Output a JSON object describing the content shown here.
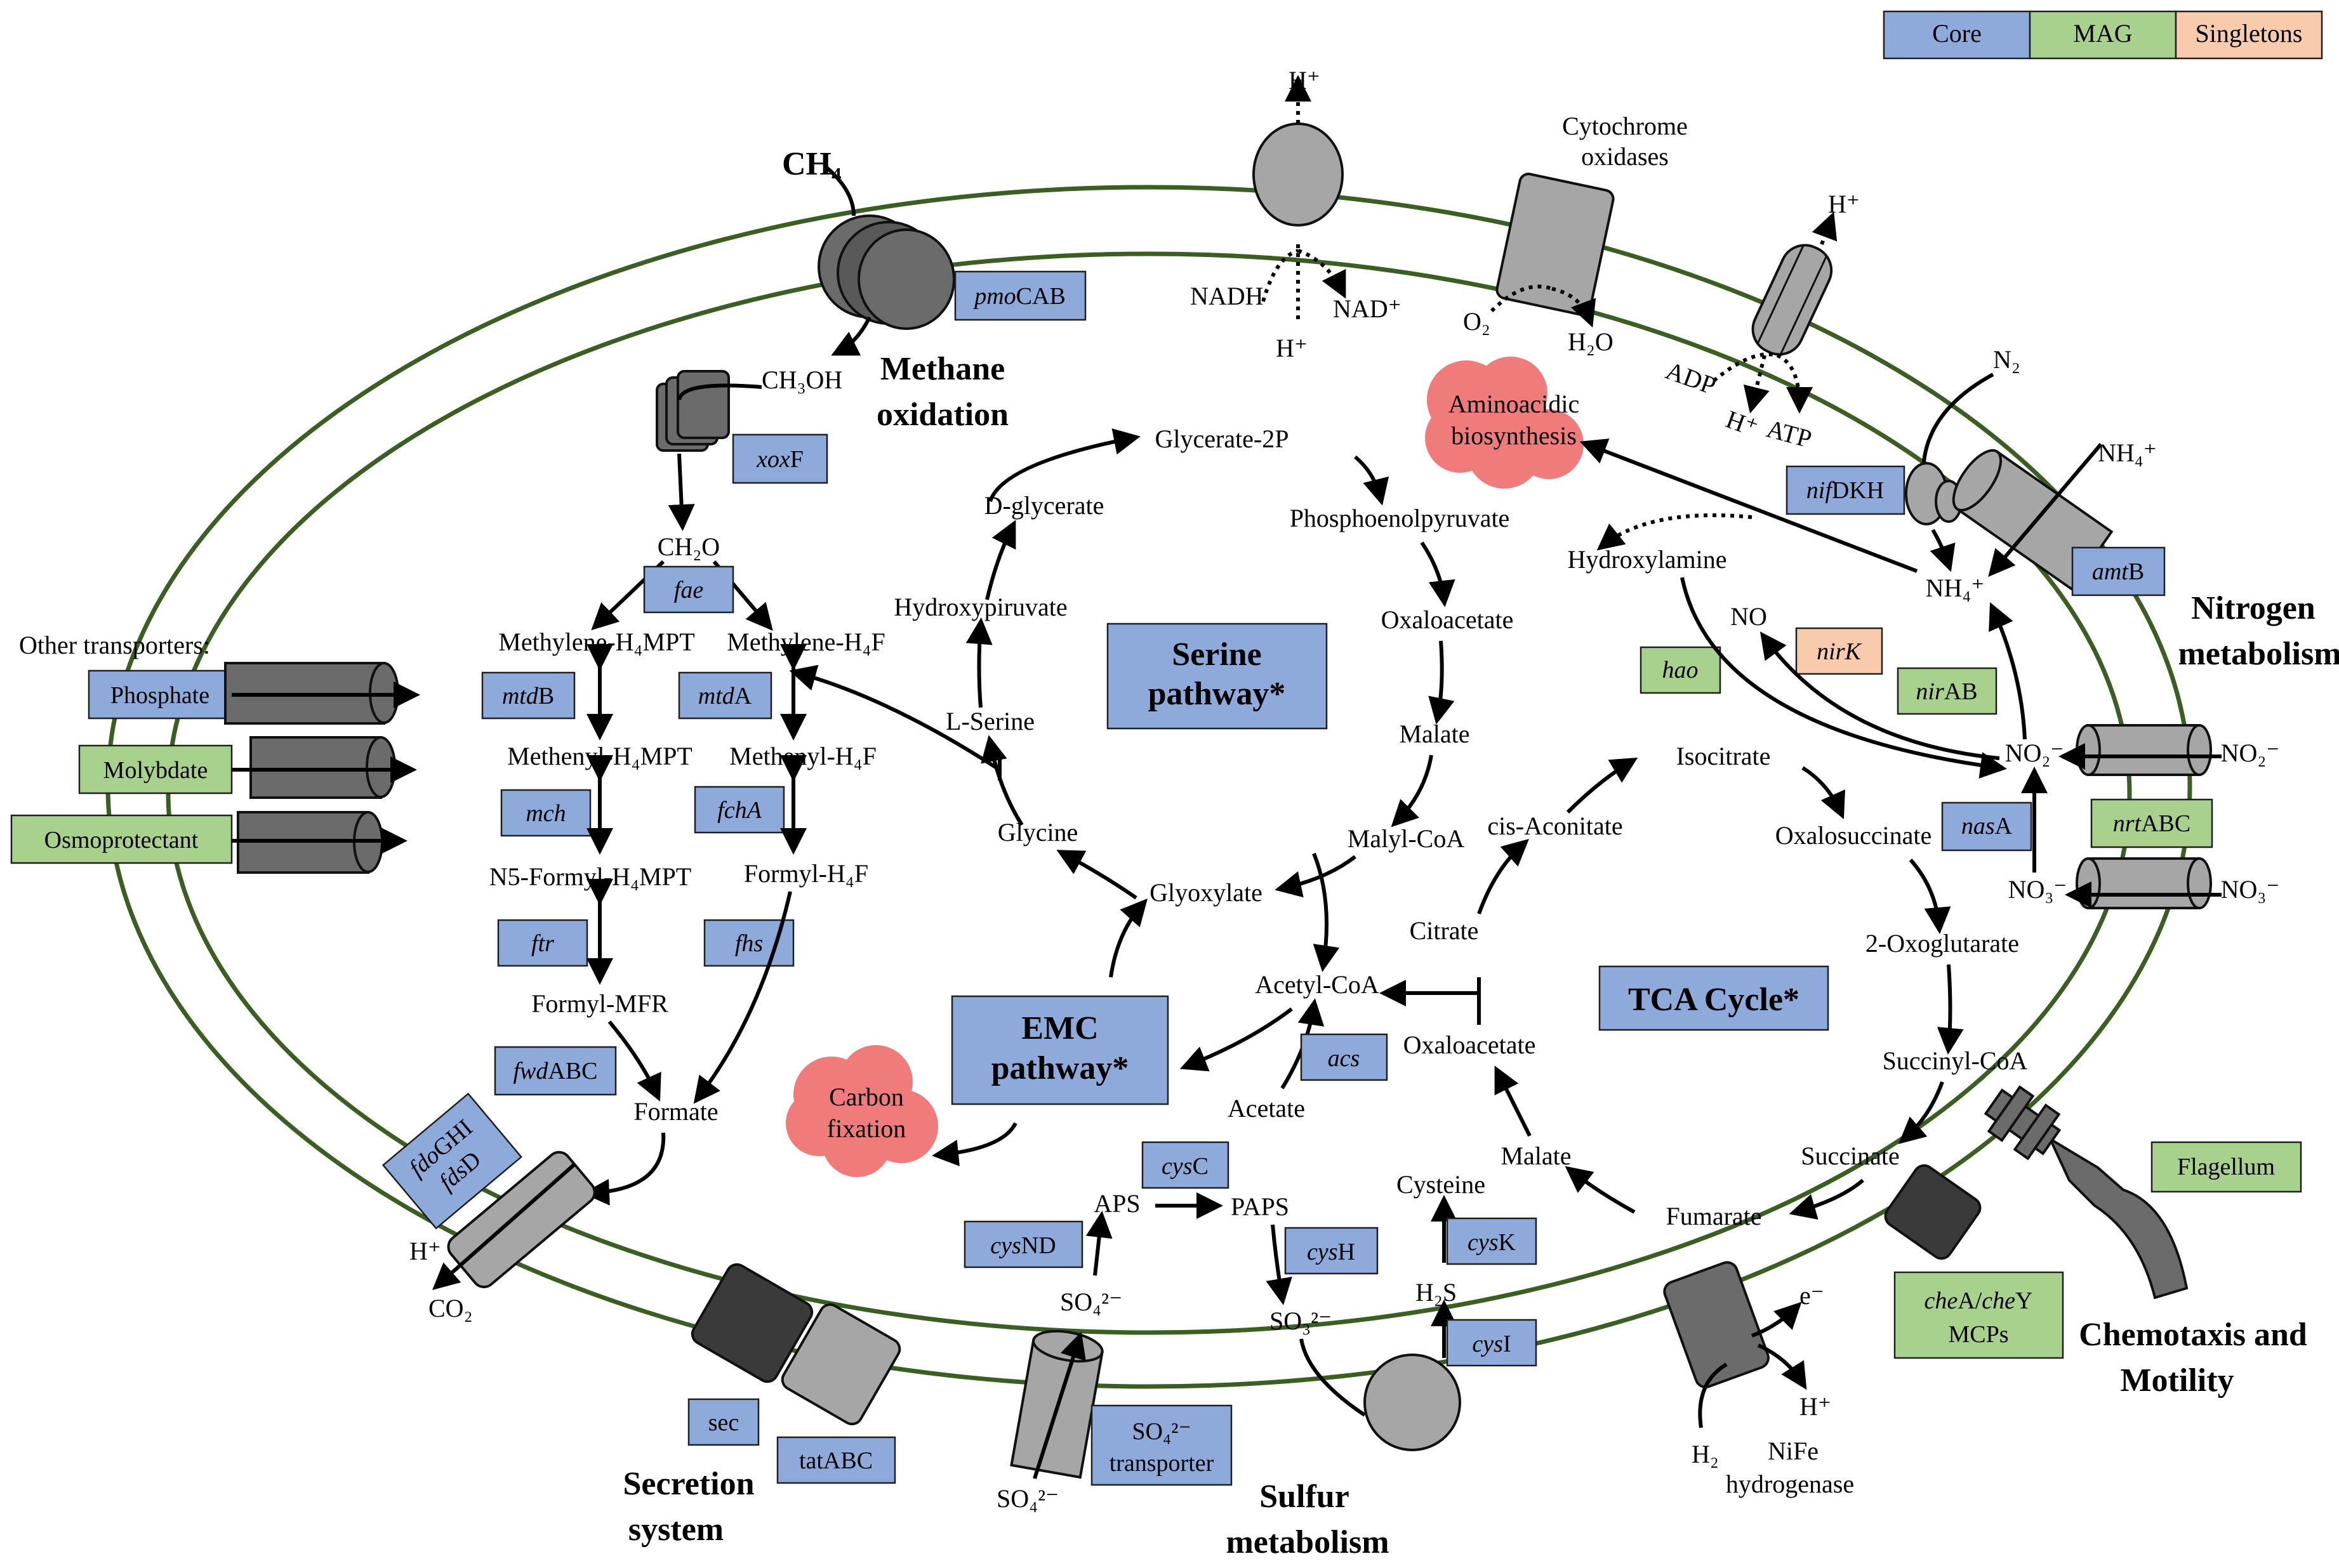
{
  "legend": {
    "core": "Core",
    "mag": "MAG",
    "singletons": "Singletons"
  },
  "colors": {
    "core": "#8eaadb",
    "mag": "#a9d18e",
    "singletons": "#f8cbad",
    "membrane": "#3b5e23",
    "process_blob": "#f07b7b"
  },
  "sections": {
    "methane": [
      "Methane",
      "oxidation"
    ],
    "nitrogen": [
      "Nitrogen",
      "metabolism"
    ],
    "chemotaxis": [
      "Chemotaxis and",
      "Motility"
    ],
    "sulfur": [
      "Sulfur",
      "metabolism"
    ],
    "secretion": [
      "Secretion",
      "system"
    ]
  },
  "pathways": {
    "serine": [
      "Serine",
      "pathway*"
    ],
    "emc": [
      "EMC",
      "pathway*"
    ],
    "tca": "TCA Cycle*"
  },
  "processes": {
    "aminoacidic": [
      "Aminoacidic",
      "biosynthesis"
    ],
    "carbon_fixation": [
      "Carbon",
      "fixation"
    ]
  },
  "transporters": {
    "header": "Other transporters:",
    "phosphate": "Phosphate",
    "molybdate": "Molybdate",
    "osmoprotectant": "Osmoprotectant"
  },
  "genes": {
    "pmoCAB": {
      "it": "pmo",
      "rm": "CAB"
    },
    "xoxF": {
      "it": "xox",
      "rm": "F"
    },
    "fae": {
      "it": "fae",
      "rm": ""
    },
    "mtdB": {
      "it": "mtd",
      "rm": "B"
    },
    "mtdA": {
      "it": "mtd",
      "rm": "A"
    },
    "mch": {
      "it": "mch",
      "rm": ""
    },
    "fchA": {
      "it": "fchA",
      "rm": ""
    },
    "ftr": {
      "it": "ftr",
      "rm": ""
    },
    "fhs": {
      "it": "fhs",
      "rm": ""
    },
    "fwdABC": {
      "it": "fwd",
      "rm": "ABC"
    },
    "fdoGHI": {
      "it": "fdo",
      "rm": "GHI"
    },
    "fdsD": {
      "it": "fds",
      "rm": "D"
    },
    "acs": {
      "it": "acs",
      "rm": ""
    },
    "cysC": {
      "it": "cys",
      "rm": "C"
    },
    "cysND": {
      "it": "cys",
      "rm": "ND"
    },
    "cysH": {
      "it": "cys",
      "rm": "H"
    },
    "cysK": {
      "it": "cys",
      "rm": "K"
    },
    "cysI": {
      "it": "cys",
      "rm": "I"
    },
    "nifDKH": {
      "it": "nif",
      "rm": "DKH"
    },
    "amtB": {
      "it": "amt",
      "rm": "B"
    },
    "hao": {
      "it": "hao",
      "rm": ""
    },
    "nirK": {
      "it": "nirK",
      "rm": ""
    },
    "nirAB": {
      "it": "nir",
      "rm": "AB"
    },
    "nasA": {
      "it": "nas",
      "rm": "A"
    },
    "nrtABC": {
      "it": "nrt",
      "rm": "ABC"
    },
    "cheAY": {
      "it1": "che",
      "rm1": "A/",
      "it2": "che",
      "rm2": "Y",
      "line2": "MCPs"
    },
    "sec": "sec",
    "tatABC": "tatABC",
    "sulfate_transporter": [
      "SO₄²⁻",
      "transporter"
    ],
    "flagellum": "Flagellum"
  },
  "membrane_labels": {
    "cytochrome": [
      "Cytochrome",
      "oxidases"
    ],
    "nife": [
      "NiFe",
      "hydrogenase"
    ]
  },
  "compounds": {
    "ch4": "CH₄",
    "ch3oh": "CH₃OH",
    "ch2o": "CH₂O",
    "methylene_h4mpt": "Methylene-H₄MPT",
    "methylene_h4f": "Methylene-H₄F",
    "methenyl_h4mpt": "Methenyl-H₄MPT",
    "methenyl_h4f": "Methenyl-H₄F",
    "n5formyl_h4mpt": "N5-Formyl-H₄MPT",
    "formyl_h4f": "Formyl-H₄F",
    "formyl_mfr": "Formyl-MFR",
    "formate": "Formate",
    "co2": "CO₂",
    "h_plus": "H⁺",
    "nadh": "NADH",
    "nad_plus": "NAD⁺",
    "o2": "O₂",
    "h2o": "H₂O",
    "adp": "ADP",
    "atp": "ATP",
    "glycerate2p": "Glycerate-2P",
    "pep": "Phosphoenolpyruvate",
    "d_glycerate": "D-glycerate",
    "hydroxypyruvate": "Hydroxypiruvate",
    "l_serine": "L-Serine",
    "glycine": "Glycine",
    "glyoxylate": "Glyoxylate",
    "oxaloacetate": "Oxaloacetate",
    "malate": "Malate",
    "malyl_coa": "Malyl-CoA",
    "acetyl_coa": "Acetyl-CoA",
    "acetate": "Acetate",
    "citrate": "Citrate",
    "cis_aconitate": "cis-Aconitate",
    "isocitrate": "Isocitrate",
    "oxalosuccinate": "Oxalosuccinate",
    "oxoglutarate": "2-Oxoglutarate",
    "succinyl_coa": "Succinyl-CoA",
    "succinate": "Succinate",
    "fumarate": "Fumarate",
    "aps": "APS",
    "paps": "PAPS",
    "so4": "SO₄²⁻",
    "so3": "SO₃²⁻",
    "h2s": "H₂S",
    "cysteine": "Cysteine",
    "n2": "N₂",
    "nh4": "NH₄⁺",
    "hydroxylamine": "Hydroxylamine",
    "no": "NO",
    "no2": "NO₂⁻",
    "no3": "NO₃⁻",
    "h2": "H₂",
    "e_minus": "e⁻"
  }
}
